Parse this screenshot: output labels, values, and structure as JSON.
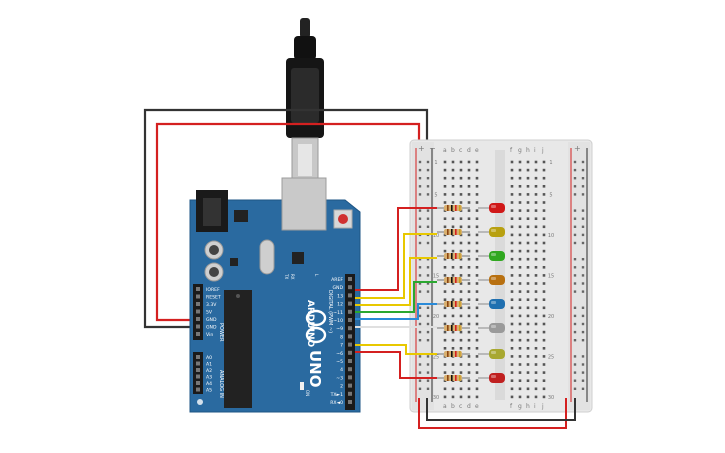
{
  "board": {
    "brand": "ARDUINO",
    "model": "UNO",
    "tm": "TM",
    "on_label": "ON",
    "tx_label": "TX",
    "rx_label": "RX",
    "l_label": "L",
    "power_header": "POWER",
    "analog_header": "ANALOG IN",
    "digital_header": "DIGITAL (PWM ~)",
    "power_pins": [
      "IOREF",
      "RESET",
      "3.3V",
      "5V",
      "GND",
      "GND",
      "Vin"
    ],
    "analog_pins": [
      "A0",
      "A1",
      "A2",
      "A3",
      "A4",
      "A5"
    ],
    "digital_pins": [
      "AREF",
      "GND",
      "13",
      "12",
      "~11",
      "~10",
      "~9",
      "8",
      "7",
      "~6",
      "~5",
      "4",
      "~3",
      "2",
      "TX►1",
      "RX◄0"
    ]
  },
  "breadboard": {
    "columns_left": [
      "a",
      "b",
      "c",
      "d",
      "e"
    ],
    "columns_right": [
      "f",
      "g",
      "h",
      "i",
      "j"
    ],
    "row_numbers": [
      "1",
      "5",
      "10",
      "15",
      "20",
      "25",
      "30"
    ],
    "rail_plus": "+",
    "rail_minus": "−"
  },
  "leds": [
    {
      "name": "led-red-1",
      "color": "#d01818"
    },
    {
      "name": "led-yellow-1",
      "color": "#b8a010"
    },
    {
      "name": "led-green",
      "color": "#30a820"
    },
    {
      "name": "led-orange",
      "color": "#b87010"
    },
    {
      "name": "led-blue",
      "color": "#2070b0"
    },
    {
      "name": "led-white",
      "color": "#9a9a9a"
    },
    {
      "name": "led-yellow-2",
      "color": "#a8a830"
    },
    {
      "name": "led-red-2",
      "color": "#c02020"
    }
  ],
  "wire_colors": {
    "red": "#d42020",
    "black": "#333333",
    "yellow": "#e8c800",
    "green": "#2aa830",
    "blue": "#2a8ad8",
    "white": "#e0e0e0",
    "orange": "#e88020"
  },
  "board_color": "#2a6aa0"
}
